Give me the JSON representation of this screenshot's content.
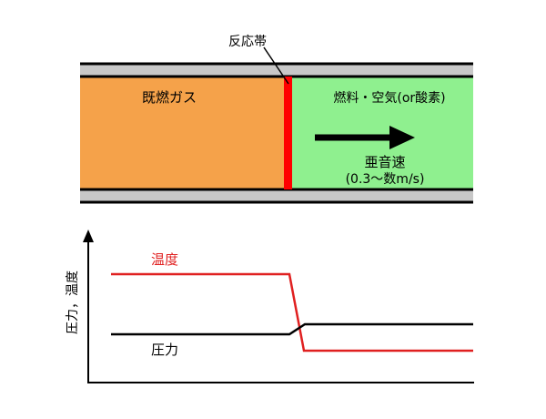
{
  "tube": {
    "reaction_zone_label": "反応帯",
    "burned_gas_label": "既燃ガス",
    "unburned_label": "燃料・空気(or酸素)",
    "speed_label": "亜音速",
    "speed_value": "(0.3〜数m/s)"
  },
  "graph": {
    "y_axis_label": "圧力，温度",
    "temperature_label": "温度",
    "pressure_label": "圧力"
  },
  "colors": {
    "burned_gas": "#f5a24a",
    "unburned_gas": "#8ff08f",
    "reaction_zone": "#ff0000",
    "tube_wall": "#c8c8c8",
    "temperature_curve": "#e02020",
    "pressure_curve": "#000000"
  }
}
